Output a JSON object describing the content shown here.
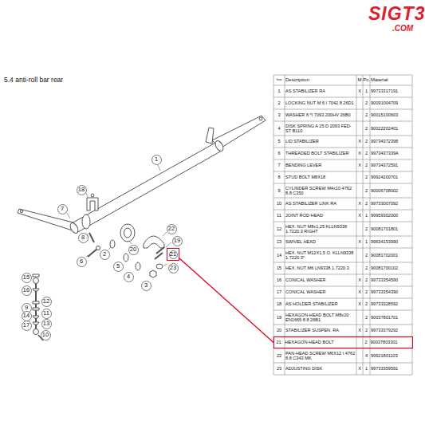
{
  "diagram": {
    "title": "5.4  anti-roll bar rear",
    "nodes": [
      {
        "text": [
          "1"
        ]
      },
      {
        "text": [
          "18"
        ]
      },
      {
        "text": [
          "7"
        ]
      },
      {
        "text": [
          "8"
        ]
      },
      {
        "text": [
          "6"
        ]
      },
      {
        "text": [
          "2"
        ]
      },
      {
        "text": [
          "20"
        ]
      },
      {
        "text": [
          "22"
        ]
      },
      {
        "text": [
          "19"
        ]
      },
      {
        "text": [
          "21"
        ]
      },
      {
        "text": [
          "23"
        ]
      },
      {
        "text": [
          "5"
        ]
      },
      {
        "text": [
          "4"
        ]
      },
      {
        "text": [
          "3"
        ]
      },
      {
        "text": [
          "15"
        ]
      },
      {
        "text": [
          "16"
        ]
      },
      {
        "text": [
          "12"
        ]
      },
      {
        "text": [
          "9"
        ]
      },
      {
        "text": [
          "14"
        ]
      },
      {
        "text": [
          "11"
        ]
      },
      {
        "text": [
          "17"
        ]
      },
      {
        "text": [
          "13"
        ]
      },
      {
        "text": [
          "10"
        ]
      },
      {
        "text": [
          "21",
          "HEXAGON-HEAD BOLT",
          "2",
          "90037803301"
        ]
      }
    ],
    "edges": [
      {
        "from": 9,
        "to": 23,
        "arrow": "none"
      }
    ],
    "labels": [
      "SIGT3",
      ".COM",
      "Item",
      "Description",
      "M",
      "Pc.",
      "Material",
      "1",
      "AS STABILIZER RA",
      "X",
      "1",
      "99733317191",
      "2",
      "LOCKING NUT M 6 I 7042 8 26D1",
      "2",
      "90091004709",
      "3",
      "WASHER 6 *I 7093 200HV 26B0",
      "2",
      "90015100603",
      "4",
      "DISK SPRING A 25 D 2093 FED-ST B110",
      "2",
      "90022202401",
      "5",
      "LID STABILIZER",
      "X",
      "2",
      "99734372398",
      "6",
      "THREADED BOLT STABILIZER",
      "X",
      "2",
      "9973437339A",
      "7",
      "BENDING LEVER",
      "X",
      "2",
      "99734372591",
      "8",
      "STUD BOLT M8X18",
      "2",
      "99924200701",
      "9",
      "CYLINDER SCREW M4x10 4762 8.8 C350",
      "2",
      "90006708002",
      "10",
      "AS STABILIZER LINK RA",
      "X",
      "2",
      "99733007092",
      "11",
      "JOINT ROD HEAD",
      "X",
      "1",
      "99959302000",
      "12",
      "HEX. NUT M8x1,25 KLLN9338 1.7220.3 RIGHT",
      "2",
      "90081701801",
      "13",
      "SWIVEL HEAD",
      "X",
      "1",
      "99634153990",
      "14",
      "HEX. NUT M12X1,5 O. KLLN9338 1.7220.3*",
      "2",
      "90081702001",
      "15",
      "HEX. NUT M6 LN9338 1.7220.3",
      "2",
      "90081700102",
      "16",
      "CONICAL WASHER",
      "X",
      "2",
      "99733354590",
      "17",
      "CONICAL WASHER",
      "X",
      "2",
      "99733354390",
      "18",
      "AS HOLDER STABILIZER",
      "X",
      "2",
      "99733328592",
      "19",
      "HEXAGON-HEAD BOLT M8x20 EN1665 8.8 26B1",
      "2",
      "90037801701",
      "20",
      "STABILIZER SUSPEN. RA",
      "X",
      "2",
      "99733379292",
      "22",
      "PAN-HEAD SCREW M6X12 I 4762 8.8 C343 MK",
      "4",
      "99921801103",
      "23",
      "ADJUSTING DISK",
      "X",
      "1",
      "99733359591"
    ]
  }
}
